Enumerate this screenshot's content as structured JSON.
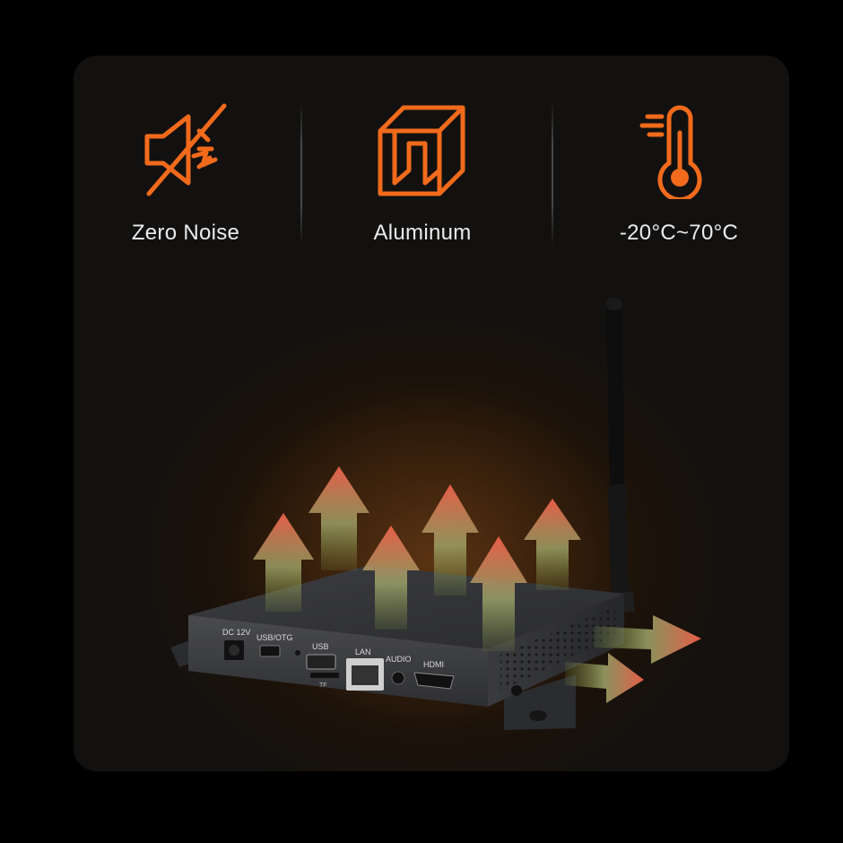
{
  "features": [
    {
      "label": "Zero Noise",
      "icon": "muted-speaker-icon"
    },
    {
      "label": "Aluminum",
      "icon": "aluminum-profile-icon"
    },
    {
      "label": "-20°C~70°C",
      "icon": "thermometer-icon"
    }
  ],
  "device": {
    "ports": {
      "dc": "DC 12V",
      "usb_otg": "USB/OTG",
      "usb": "USB",
      "tf": "TF",
      "lan": "LAN",
      "audio": "AUDIO",
      "hdmi": "HDMI"
    }
  },
  "colors": {
    "accent": "#f26a1b",
    "panel": "#141210",
    "glow": "#5a3313"
  }
}
